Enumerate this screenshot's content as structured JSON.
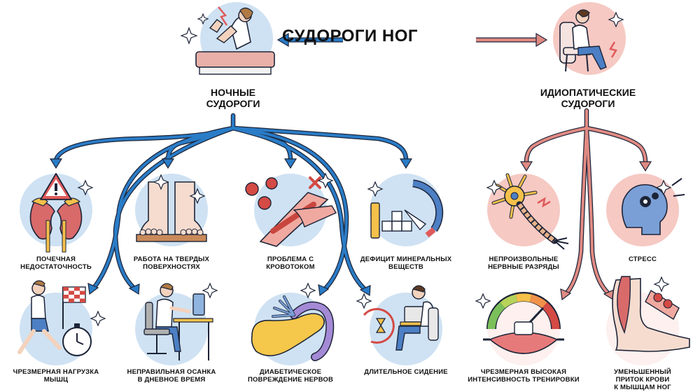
{
  "title": "СУДОРОГИ НОГ",
  "colors": {
    "blue_arrow": "#2a7cc7",
    "red_arrow": "#e08a82",
    "outline": "#1d2438",
    "blue_circle": "#cfe2f3",
    "pink_circle": "#f6c9c3"
  },
  "left_branch": {
    "label": "НОЧНЫЕ\nСУДОРОГИ",
    "icon": "night-cramp-bed-icon",
    "causes": [
      {
        "label": "ПОЧЕЧНАЯ\nНЕДОСТАТОЧНОСТЬ",
        "icon": "kidney-warning-icon"
      },
      {
        "label": "РАБОТА НА ТВЕРДЫХ\nПОВЕРХНОСТЯХ",
        "icon": "feet-icon"
      },
      {
        "label": "ПРОБЛЕМА С\nКРОВОТОКОМ",
        "icon": "blood-vessel-icon"
      },
      {
        "label": "ДЕФИЦИТ МИНЕРАЛЬНЫХ\nВЕЩЕСТВ",
        "icon": "mineral-gauge-icon"
      },
      {
        "label": "ЧРЕЗМЕРНАЯ НАГРУЗКА\nМЫШЦ",
        "icon": "runner-stopwatch-icon"
      },
      {
        "label": "НЕПРАВИЛЬНАЯ ОСАНКА\nВ ДНЕВНОЕ ВРЕМЯ",
        "icon": "desk-posture-icon"
      },
      {
        "label": "ДИАБЕТИЧЕСКОЕ\nПОВРЕЖДЕНИЕ НЕРВОВ",
        "icon": "pancreas-nerve-icon"
      },
      {
        "label": "ДЛИТЕЛЬНОЕ СИДЕНИЕ",
        "icon": "sitting-hourglass-icon"
      }
    ]
  },
  "right_branch": {
    "label": "ИДИОПАТИЧЕСКИЕ\nСУДОРОГИ",
    "icon": "chair-cramp-icon",
    "causes": [
      {
        "label": "НЕПРОИЗВОЛЬНЫЕ\nНЕРВНЫЕ РАЗРЯДЫ",
        "icon": "neuron-icon"
      },
      {
        "label": "СТРЕСС",
        "icon": "stress-head-icon"
      },
      {
        "label": "ЧРЕЗМЕРНАЯ ВЫСОКАЯ\nИНТЕНСИВНОСТЬ ТРЕНИРОВКИ",
        "icon": "muscle-gauge-icon"
      },
      {
        "label": "УМЕНЬШЕННЫЙ ПРИТОК КРОВИ\nК МЫШЦАМ НОГ",
        "icon": "leg-blood-flow-icon"
      }
    ]
  }
}
